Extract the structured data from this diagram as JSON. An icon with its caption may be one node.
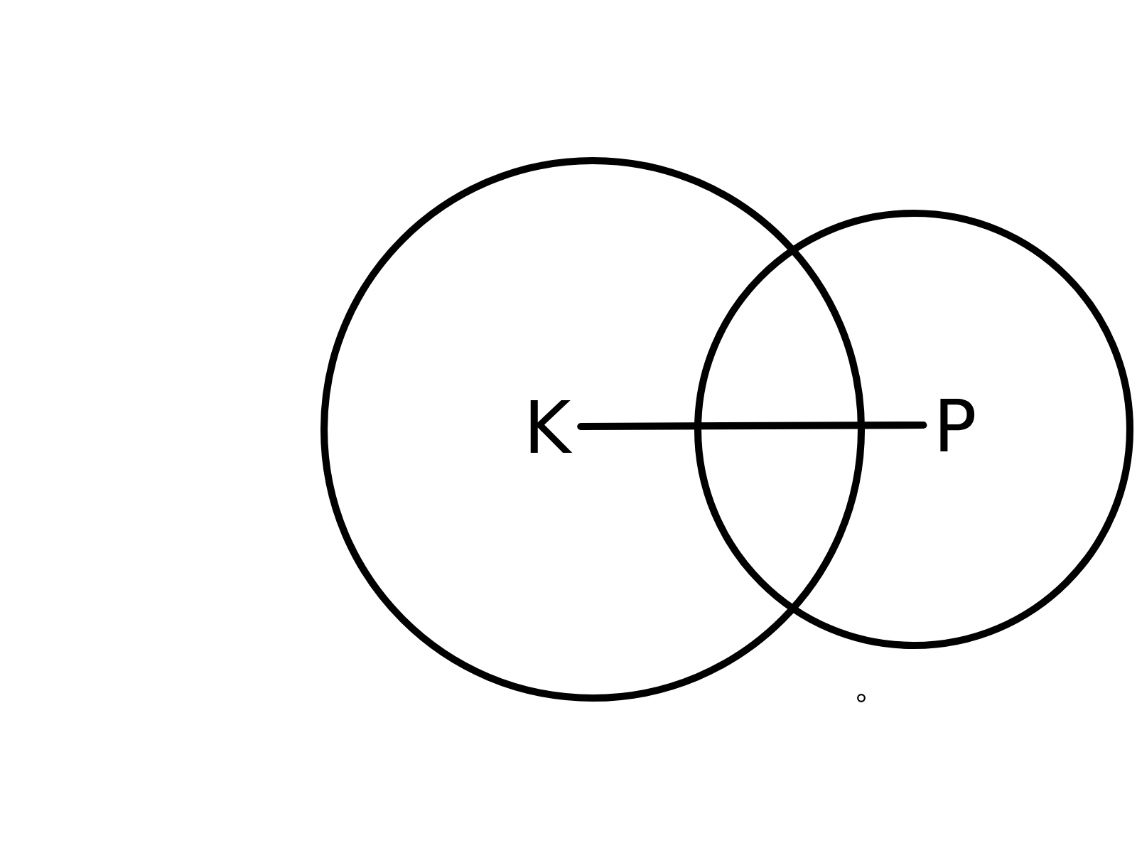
{
  "diagram": {
    "nodes": [
      {
        "text": [],
        "shape": "circle"
      },
      {
        "text": [],
        "shape": "circle"
      },
      {
        "text": [
          "K"
        ],
        "in": 0
      },
      {
        "text": [
          "P"
        ],
        "in": 1
      }
    ],
    "edges": [
      {
        "from": 2,
        "to": 3,
        "arrow": "none"
      }
    ]
  }
}
